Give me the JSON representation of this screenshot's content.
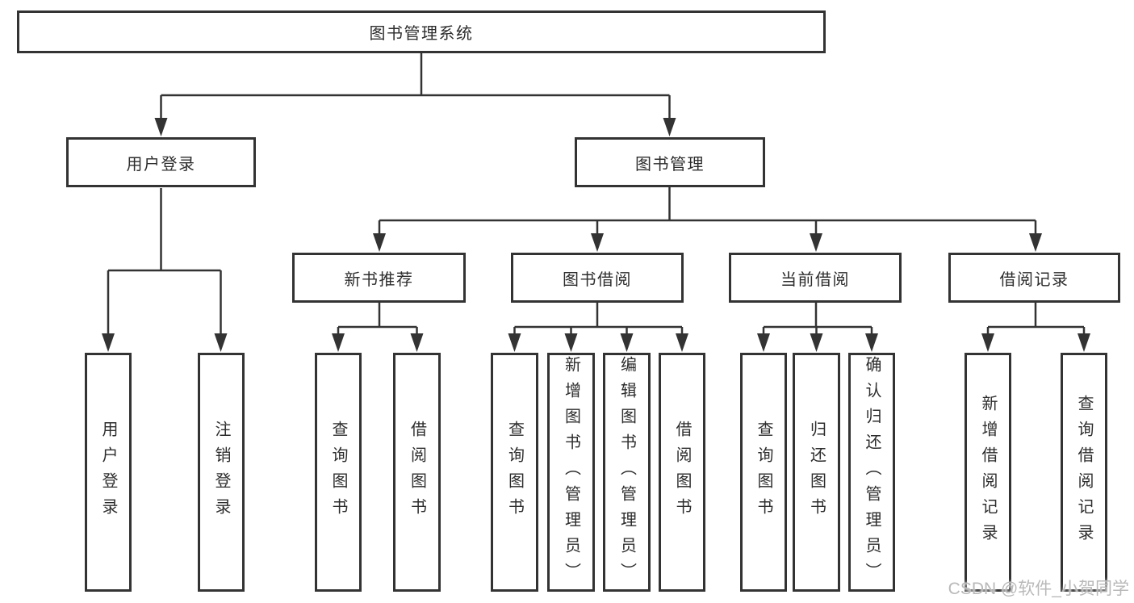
{
  "diagram": {
    "root": {
      "label": "图书管理系统",
      "children": [
        {
          "label": "用户登录",
          "children": [
            {
              "label": "用户登录"
            },
            {
              "label": "注销登录"
            }
          ]
        },
        {
          "label": "图书管理",
          "children": [
            {
              "label": "新书推荐",
              "children": [
                {
                  "label": "查询图书"
                },
                {
                  "label": "借阅图书"
                }
              ]
            },
            {
              "label": "图书借阅",
              "children": [
                {
                  "label": "查询图书"
                },
                {
                  "label": "新增图书（管理员）"
                },
                {
                  "label": "编辑图书（管理员）"
                },
                {
                  "label": "借阅图书"
                }
              ]
            },
            {
              "label": "当前借阅",
              "children": [
                {
                  "label": "查询图书"
                },
                {
                  "label": "归还图书"
                },
                {
                  "label": "确认归还（管理员）"
                }
              ]
            },
            {
              "label": "借阅记录",
              "children": [
                {
                  "label": "新增借阅记录"
                },
                {
                  "label": "查询借阅记录"
                }
              ]
            }
          ]
        }
      ]
    }
  },
  "watermark": {
    "text": "CSDN @软件_小贺同学"
  },
  "colors": {
    "line": "#333333",
    "box_border": "#333333",
    "box_fill": "#ffffff",
    "text": "#2d2d2d",
    "watermark": "#b9b9b9",
    "background": "#ffffff"
  }
}
